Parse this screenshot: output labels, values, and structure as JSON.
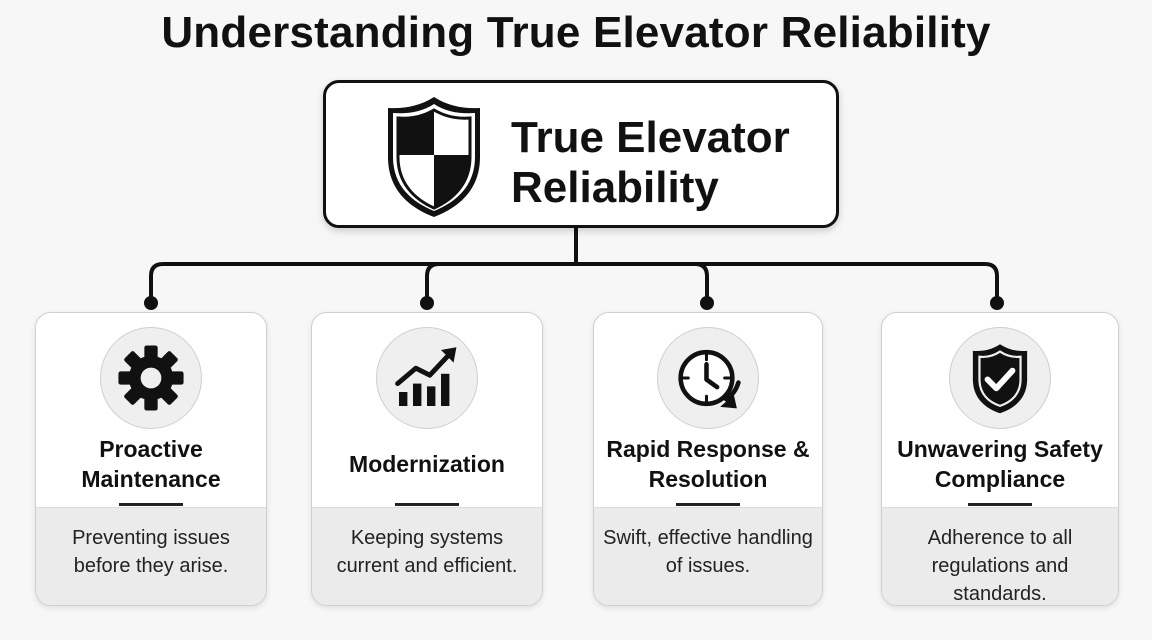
{
  "page": {
    "title": "Understanding True Elevator Reliability"
  },
  "root": {
    "title": "True Elevator Reliability",
    "icon": "shield-icon"
  },
  "branches": [
    {
      "title": "Proactive Maintenance",
      "description": "Preventing issues before they arise.",
      "icon": "gear-icon"
    },
    {
      "title": "Modernization",
      "description": "Keeping systems current and efficient.",
      "icon": "growth-chart-icon"
    },
    {
      "title": "Rapid Response & Resolution",
      "description": "Swift, effective handling of issues.",
      "icon": "clock-icon"
    },
    {
      "title": "Unwavering Safety Compliance",
      "description": "Adherence to all regulations and standards.",
      "icon": "shield-check-icon"
    }
  ],
  "colors": {
    "ink": "#111111",
    "card_background": "#ffffff",
    "card_footer": "#ebebeb",
    "icon_circle": "#efefef",
    "page_background": "#f7f7f7"
  }
}
